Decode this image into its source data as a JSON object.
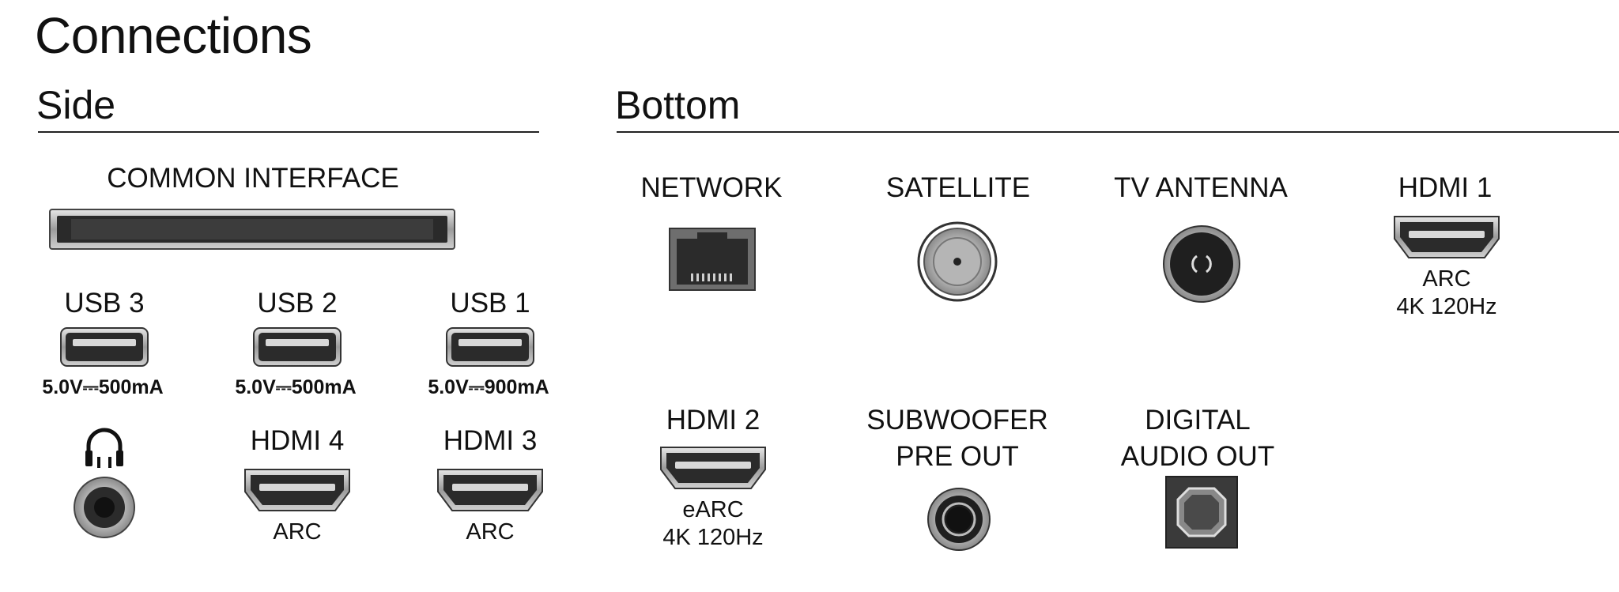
{
  "title": "Connections",
  "sections": {
    "side": {
      "heading": "Side",
      "common_interface": "COMMON INTERFACE",
      "usb": [
        {
          "label": "USB 3",
          "spec": "5.0V⎓500mA"
        },
        {
          "label": "USB 2",
          "spec": "5.0V⎓500mA"
        },
        {
          "label": "USB 1",
          "spec": "5.0V⎓900mA"
        }
      ],
      "headphone_icon": "headphones-icon",
      "hdmi4": {
        "label": "HDMI 4",
        "sub": "ARC"
      },
      "hdmi3": {
        "label": "HDMI 3",
        "sub": "ARC"
      }
    },
    "bottom": {
      "heading": "Bottom",
      "network": "NETWORK",
      "satellite": "SATELLITE",
      "tv_antenna": "TV ANTENNA",
      "hdmi1": {
        "label": "HDMI 1",
        "sub1": "ARC",
        "sub2": "4K 120Hz"
      },
      "hdmi2": {
        "label": "HDMI 2",
        "sub1": "eARC",
        "sub2": "4K 120Hz"
      },
      "subwoofer": {
        "line1": "SUBWOOFER",
        "line2": "PRE OUT"
      },
      "digital_audio": {
        "line1": "DIGITAL",
        "line2": "AUDIO OUT"
      }
    }
  },
  "colors": {
    "port_fill": "#2b2b2b",
    "port_rim": "#9a9a9a",
    "text": "#111111"
  }
}
